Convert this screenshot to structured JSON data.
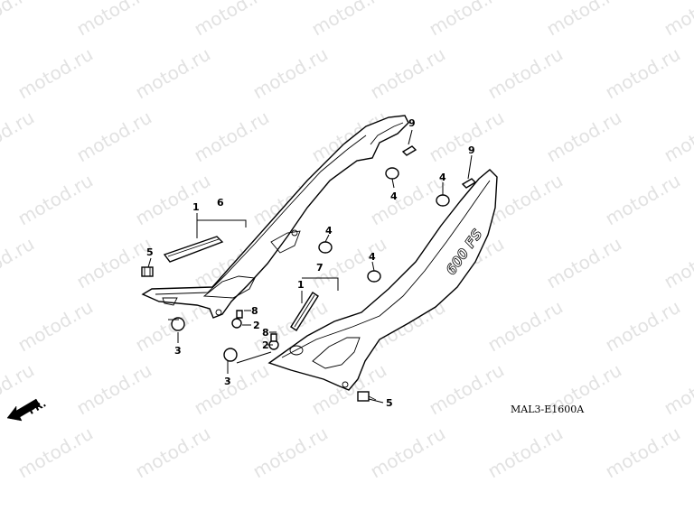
{
  "diagram": {
    "watermark": "motod.ru",
    "drawing_code": "MAL3-E1600A",
    "direction_label": "FR.",
    "decal_text": "600 FS",
    "callouts": [
      {
        "id": "c9a",
        "label": "9"
      },
      {
        "id": "c9b",
        "label": "9"
      },
      {
        "id": "c4a",
        "label": "4"
      },
      {
        "id": "c4b",
        "label": "4"
      },
      {
        "id": "c4c",
        "label": "4"
      },
      {
        "id": "c4d",
        "label": "4"
      },
      {
        "id": "c6",
        "label": "6"
      },
      {
        "id": "c1a",
        "label": "1"
      },
      {
        "id": "c5a",
        "label": "5"
      },
      {
        "id": "c7",
        "label": "7"
      },
      {
        "id": "c1b",
        "label": "1"
      },
      {
        "id": "c8a",
        "label": "8"
      },
      {
        "id": "c2a",
        "label": "2"
      },
      {
        "id": "c8b",
        "label": "8"
      },
      {
        "id": "c2b",
        "label": "2"
      },
      {
        "id": "c3a",
        "label": "3"
      },
      {
        "id": "c3b",
        "label": "3"
      },
      {
        "id": "c5b",
        "label": "5"
      }
    ]
  }
}
